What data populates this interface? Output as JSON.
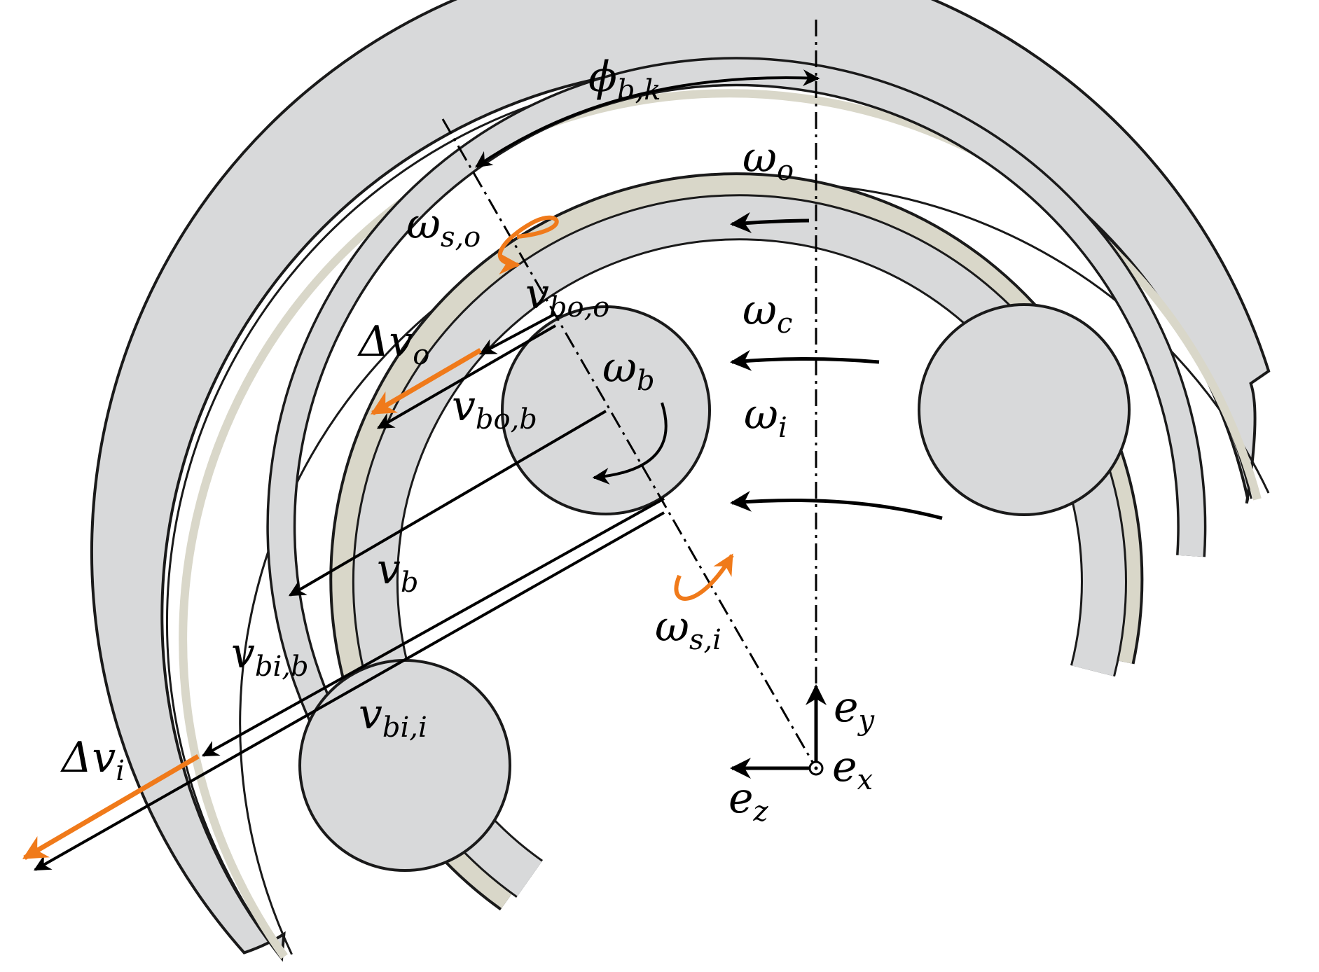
{
  "labels": {
    "phi": "ϕ",
    "phi_sub": "b,k",
    "omega": "ω",
    "omega_o_sub": "o",
    "omega_c_sub": "c",
    "omega_i_sub": "i",
    "omega_b_sub": "b",
    "omega_so_sub": "s,o",
    "omega_si_sub": "s,i",
    "v": "v",
    "delta": "Δ",
    "v_bo_o_sub": "bo,o",
    "v_bo_b_sub": "bo,b",
    "v_b_sub": "b",
    "v_bi_b_sub": "bi,b",
    "v_bi_i_sub": "bi,i",
    "dv_o_sub": "o",
    "dv_i_sub": "i",
    "e": "e",
    "ey_sub": "y",
    "ex_sub": "x",
    "ez_sub": "z"
  },
  "colors": {
    "ring_fill": "#d8d9da",
    "raceway_fill": "#d9d7c9",
    "stroke": "#1a1a1a",
    "accent_orange": "#f07a1a"
  },
  "icons": {
    "spin_outer": "curved-arrow-icon",
    "spin_inner": "curved-arrow-icon",
    "axis_origin": "circle-dot-icon"
  }
}
